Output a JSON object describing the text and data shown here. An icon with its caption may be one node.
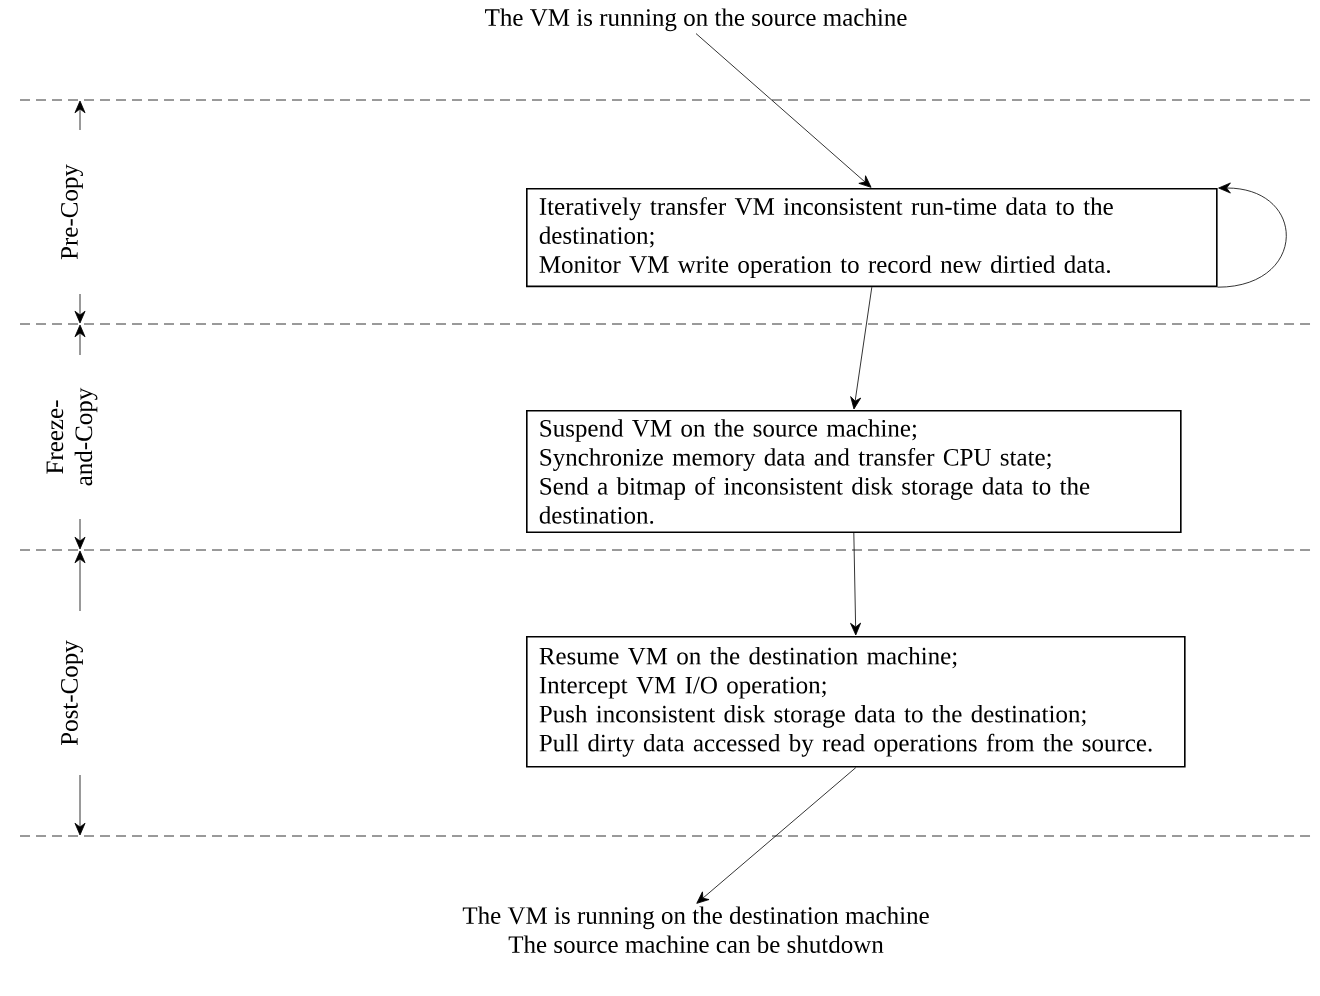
{
  "diagram": {
    "nodes": [
      {
        "text": [
          "The VM is running on the source machine"
        ]
      },
      {
        "text": [
          "Iteratively transfer VM inconsistent run-time data to the destination;",
          "Monitor VM write operation to record new dirtied data."
        ]
      },
      {
        "text": [
          "Suspend VM on the source machine;",
          "Synchronize memory data and transfer CPU state;",
          "Send a bitmap of inconsistent disk storage data to the destination."
        ]
      },
      {
        "text": [
          "Resume VM on the destination machine;",
          "Intercept VM I/O operation;",
          "Push inconsistent disk storage data to the destination;",
          "Pull dirty data accessed by read operations from the source."
        ]
      },
      {
        "text": [
          "The VM is running on the destination machine",
          "The source machine can be shutdown"
        ]
      }
    ],
    "edges": [
      {
        "from": 0,
        "to": 1,
        "arrow": "to"
      },
      {
        "from": 1,
        "to": 1,
        "arrow": "to"
      },
      {
        "from": 1,
        "to": 2,
        "arrow": "to"
      },
      {
        "from": 2,
        "to": 3,
        "arrow": "to"
      },
      {
        "from": 3,
        "to": 4,
        "arrow": "to"
      }
    ],
    "labels": [
      "Pre-Copy",
      "Freeze-and-Copy",
      "Post-Copy"
    ]
  }
}
